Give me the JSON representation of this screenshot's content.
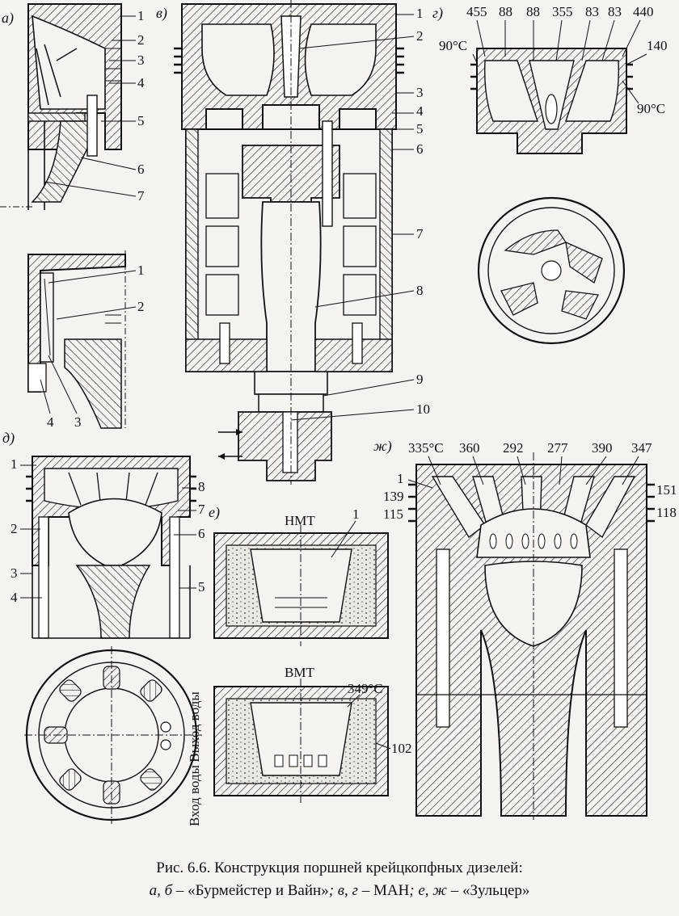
{
  "panels": {
    "a": "а)",
    "v": "в)",
    "g": "г)",
    "d": "д)",
    "e": "е)",
    "zh": "ж)"
  },
  "panel_a_callouts": [
    "1",
    "2",
    "3",
    "4",
    "5",
    "6",
    "7"
  ],
  "panel_b_callouts": [
    "1",
    "2",
    "4",
    "3"
  ],
  "panel_v_callouts": [
    "1",
    "2",
    "3",
    "4",
    "5",
    "6",
    "7",
    "8",
    "9",
    "10"
  ],
  "panel_g_top_temps": [
    "455",
    "88",
    "88",
    "355",
    "83",
    "83",
    "440"
  ],
  "panel_g_side": {
    "left_temp": "90°C",
    "right_num": "140",
    "right_temp": "90°C"
  },
  "panel_d_callouts": [
    "1",
    "2",
    "3",
    "4",
    "8",
    "7",
    "6",
    "5"
  ],
  "panel_d_water": {
    "out": "Выход воды",
    "in": "Вход воды"
  },
  "panel_e": {
    "nmt": "НМТ",
    "vmt": "ВМТ",
    "temp": "349°C",
    "num": "102",
    "callout": "1"
  },
  "panel_zh": {
    "top": [
      "335°C",
      "360",
      "292",
      "277",
      "390",
      "347"
    ],
    "left": [
      "1",
      "139",
      "115"
    ],
    "right": [
      "151",
      "118"
    ]
  },
  "caption": {
    "line1": "Рис. 6.6. Конструкция поршней крейцкопфных дизелей:",
    "line2_a": "а, б – ",
    "line2_b": "«Бурмейстер и Вайн»",
    "line2_c": "; в, г – ",
    "line2_d": "МАН",
    "line2_e": "; е, ж – ",
    "line2_f": "«Зульцер»"
  }
}
